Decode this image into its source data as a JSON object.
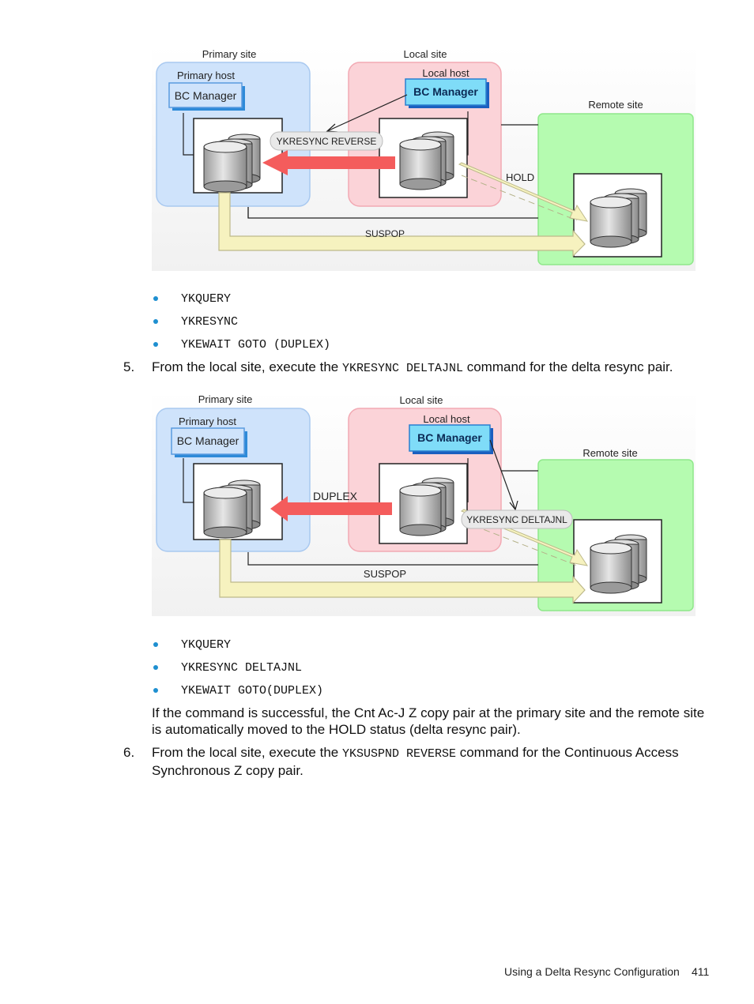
{
  "diagram1": {
    "primary_site": "Primary site",
    "primary_host": "Primary host",
    "bc_manager_primary": "BC Manager",
    "local_site": "Local site",
    "local_host": "Local host",
    "bc_manager_local": "BC Manager",
    "remote_site": "Remote site",
    "command_label": "YKRESYNC REVERSE",
    "hold_label": "HOLD",
    "suspop_label": "SUSPOP"
  },
  "list1": [
    "YKQUERY",
    "YKRESYNC",
    "YKEWAIT GOTO (DUPLEX)"
  ],
  "step5": {
    "number": "5.",
    "text_before": "From the local site, execute the ",
    "command": "YKRESYNC DELTAJNL",
    "text_after": " command for the delta resync pair."
  },
  "diagram2": {
    "primary_site": "Primary site",
    "primary_host": "Primary host",
    "bc_manager_primary": "BC Manager",
    "local_site": "Local site",
    "local_host": "Local host",
    "bc_manager_local": "BC Manager",
    "remote_site": "Remote site",
    "duplex_label": "DUPLEX",
    "command_label": "YKRESYNC DELTAJNL",
    "suspop_label": "SUSPOP"
  },
  "list2": [
    "YKQUERY",
    "YKRESYNC DELTAJNL",
    "YKEWAIT GOTO(DUPLEX)"
  ],
  "result_paragraph_line1": "If the command is successful, the Cnt Ac-J Z copy pair at the primary site and the remote site",
  "result_paragraph_line2": "is automatically moved to the HOLD status (delta resync pair).",
  "step6": {
    "number": "6.",
    "text_before": "From the local site, execute the ",
    "command": "YKSUSPND REVERSE",
    "text_after": " command for the Continuous Access",
    "line2": "Synchronous Z copy pair."
  },
  "footer": {
    "section": "Using a Delta Resync Configuration",
    "page": "411"
  },
  "colors": {
    "primary_fill": "#cfe3fb",
    "local_fill": "#fbd3d8",
    "remote_fill": "#b5fbb0",
    "bc_box_local": "#7fdcf8",
    "red_arrow": "#f45c5c",
    "yellow_arrow": "#f6f2bf",
    "bullet": "#1e8fd0"
  }
}
